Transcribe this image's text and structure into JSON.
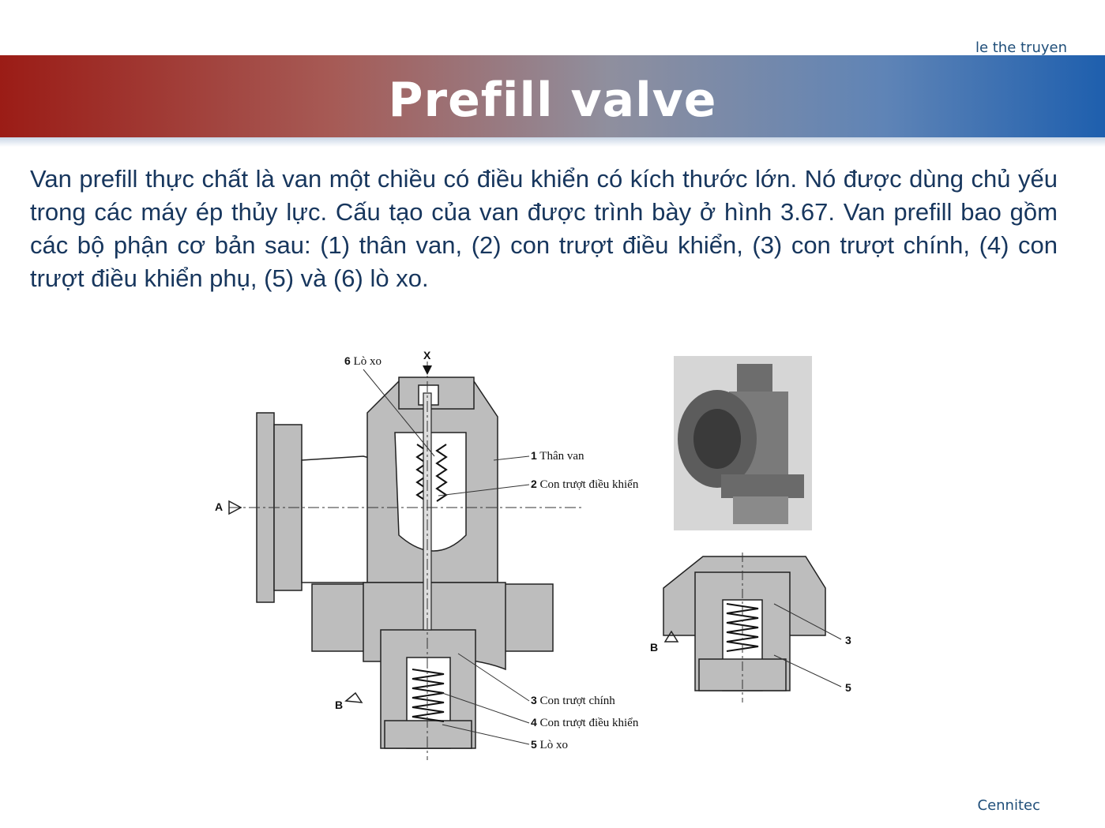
{
  "header": {
    "author": "le the truyen",
    "title": "Prefill valve"
  },
  "body": {
    "paragraph": "Van prefill thực chất là van một chiều có điều khiển có kích thước lớn. Nó được dùng chủ yếu trong các máy ép thủy lực. Cấu tạo của van được trình bày ở hình 3.67. Van prefill bao gồm các bộ phận cơ bản sau: (1) thân van, (2) con trượt điều khiển, (3) con trượt chính, (4) con trượt điều khiển phụ, (5) và (6) lò xo."
  },
  "figure": {
    "port_x": "X",
    "port_a": "A",
    "port_b": "B",
    "labels": [
      {
        "num": "6",
        "text": "Lò xo"
      },
      {
        "num": "1",
        "text": "Thân van"
      },
      {
        "num": "2",
        "text": "Con trượt điều khiển"
      },
      {
        "num": "3",
        "text": "Con trượt chính"
      },
      {
        "num": "4",
        "text": "Con trượt điều khiển"
      },
      {
        "num": "5",
        "text": "Lò xo"
      }
    ],
    "detail": {
      "port_b": "B",
      "num_3": "3",
      "num_5": "5"
    }
  },
  "footer": {
    "brand": "Cennitec"
  }
}
